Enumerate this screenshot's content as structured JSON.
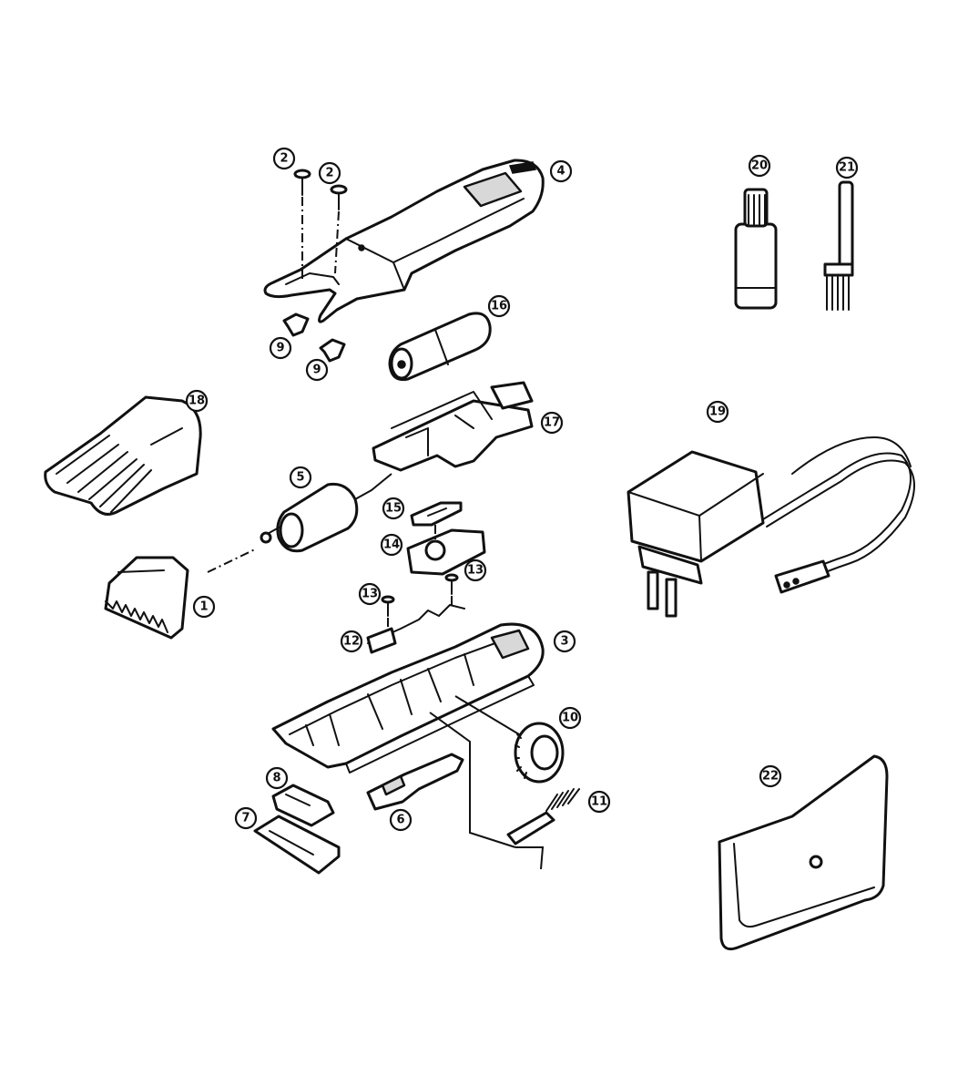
{
  "callouts": [
    {
      "id": "c1",
      "label": "1"
    },
    {
      "id": "c2a",
      "label": "2"
    },
    {
      "id": "c2b",
      "label": "2"
    },
    {
      "id": "c3",
      "label": "3"
    },
    {
      "id": "c4",
      "label": "4"
    },
    {
      "id": "c5",
      "label": "5"
    },
    {
      "id": "c6",
      "label": "6"
    },
    {
      "id": "c7",
      "label": "7"
    },
    {
      "id": "c8",
      "label": "8"
    },
    {
      "id": "c9a",
      "label": "9"
    },
    {
      "id": "c9b",
      "label": "9"
    },
    {
      "id": "c10",
      "label": "10"
    },
    {
      "id": "c11",
      "label": "11"
    },
    {
      "id": "c12",
      "label": "12"
    },
    {
      "id": "c13a",
      "label": "13"
    },
    {
      "id": "c13b",
      "label": "13"
    },
    {
      "id": "c14",
      "label": "14"
    },
    {
      "id": "c15",
      "label": "15"
    },
    {
      "id": "c16",
      "label": "16"
    },
    {
      "id": "c17",
      "label": "17"
    },
    {
      "id": "c18",
      "label": "18"
    },
    {
      "id": "c19",
      "label": "19"
    },
    {
      "id": "c20",
      "label": "20"
    },
    {
      "id": "c21",
      "label": "21"
    },
    {
      "id": "c22",
      "label": "22"
    }
  ]
}
